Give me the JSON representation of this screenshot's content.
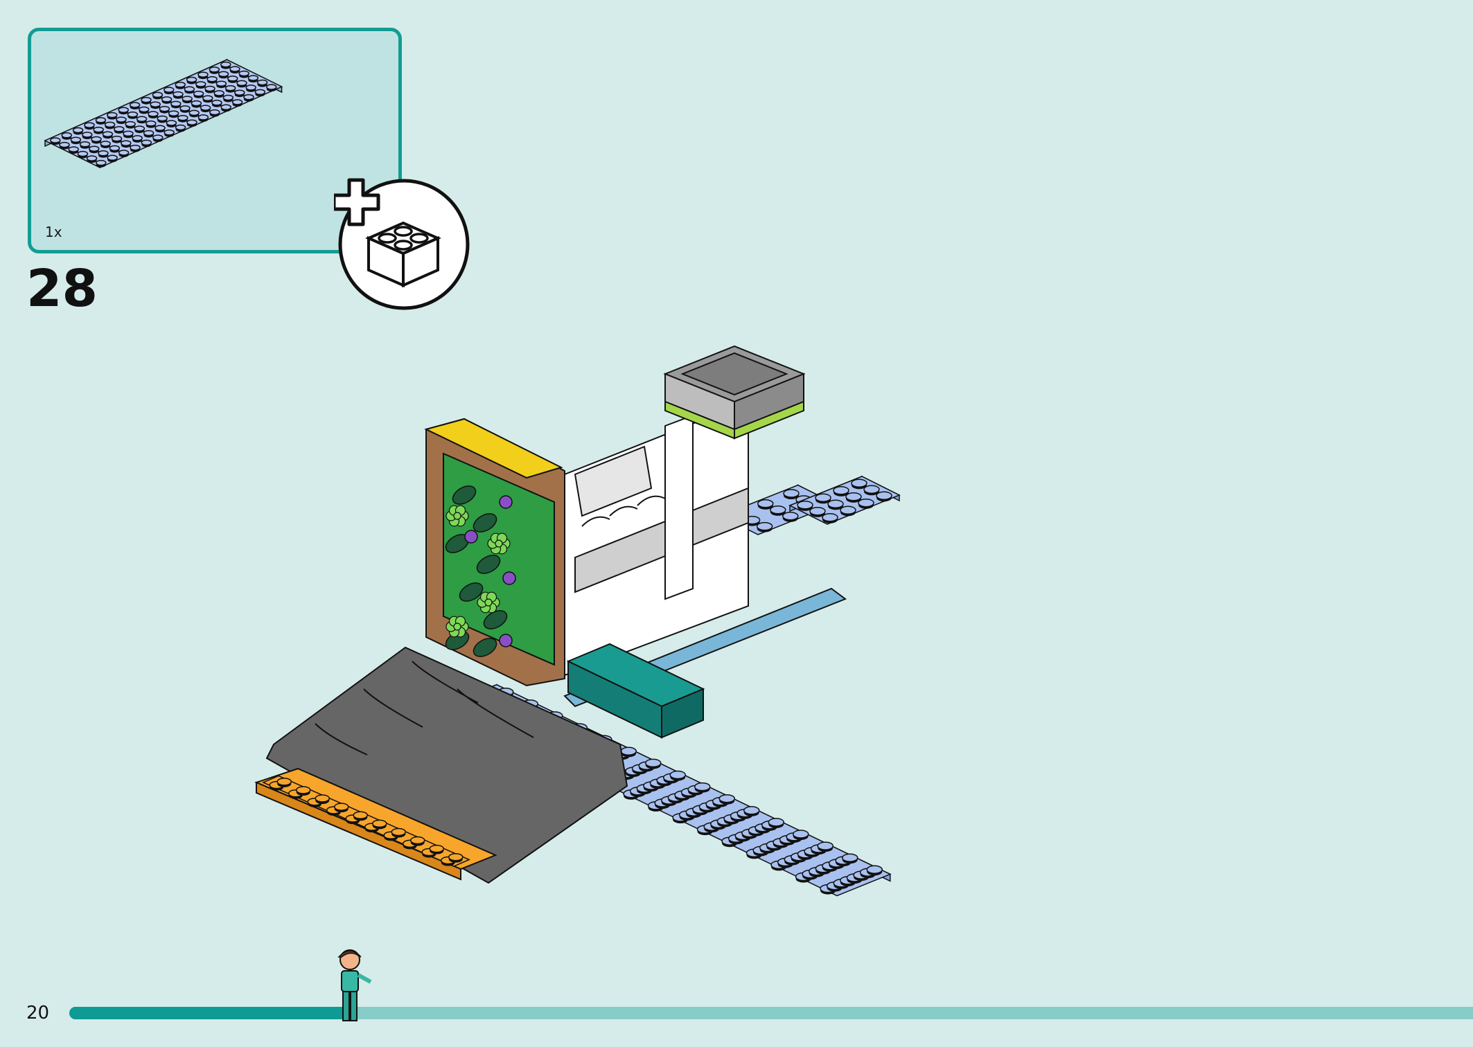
{
  "parts_callout": {
    "quantity": "1x",
    "part": "light-blue-6x16-plate"
  },
  "step": {
    "number": "28"
  },
  "add_icon": "add-new-brick-icon",
  "page": {
    "number": "20"
  },
  "progress": {
    "fraction": 0.2
  },
  "colors": {
    "background": "#d6ecea",
    "callout_bg": "#bfe3e2",
    "callout_border": "#139c93",
    "progress_done": "#0d9b93",
    "progress_track": "#86ccc8",
    "plate": "#a9c1ef"
  }
}
